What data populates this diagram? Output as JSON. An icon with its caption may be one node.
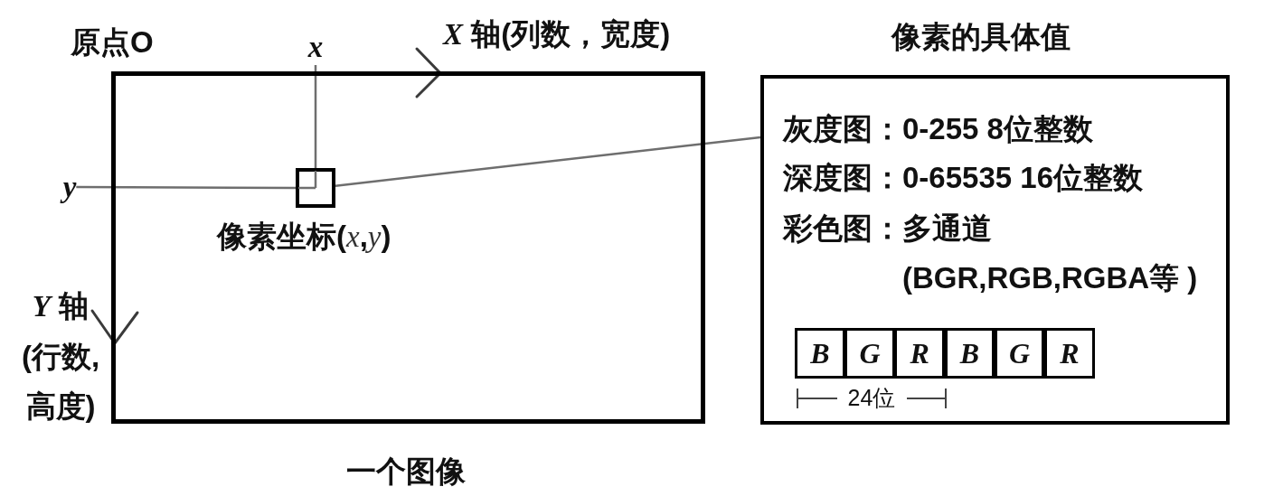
{
  "diagram": {
    "nodes": [
      {
        "text": [
          "x"
        ]
      },
      {
        "text": [],
        "shape": "box",
        "beside": [
          "一个图像"
        ]
      },
      {
        "text": [
          "y"
        ]
      },
      {
        "text": [],
        "shape": "box",
        "in": 1,
        "beside": [
          "像素坐标(*x*,*y*)"
        ]
      },
      {
        "text": [
          "像素的具体值",
          "灰度图：0-255 8位整数",
          "深度图：0-65535 16位整数",
          "彩色图：多通道(BGR,RGB,RGBA等 )"
        ]
      },
      {
        "text": [
          "B"
        ],
        "in": 4
      },
      {
        "text": [
          "G"
        ],
        "in": 4
      },
      {
        "text": [
          "R"
        ],
        "in": 4
      },
      {
        "text": [
          "B"
        ],
        "in": 4
      },
      {
        "text": [
          "G"
        ],
        "in": 4
      },
      {
        "text": [
          "R"
        ],
        "in": 4
      }
    ],
    "edges": [
      {
        "from": 0,
        "to": 3,
        "arrow": "none"
      },
      {
        "from": 2,
        "to": 3,
        "arrow": "none"
      },
      {
        "from": 3,
        "to": 4,
        "arrow": "none"
      }
    ],
    "labels": [
      "原点O",
      "*X* 轴(列数，宽度)",
      "*Y* 轴(行数,高度)",
      "24位"
    ]
  }
}
